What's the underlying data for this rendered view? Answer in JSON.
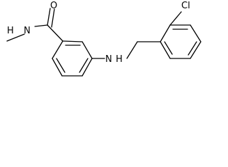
{
  "molecule": {
    "atoms": {
      "oxygen": "O",
      "amide_nitrogen": "N",
      "amide_nitrogen_hydrogen": "H",
      "amine_nitrogen": "N",
      "amine_nitrogen_hydrogen": "H",
      "chlorine": "Cl"
    }
  }
}
